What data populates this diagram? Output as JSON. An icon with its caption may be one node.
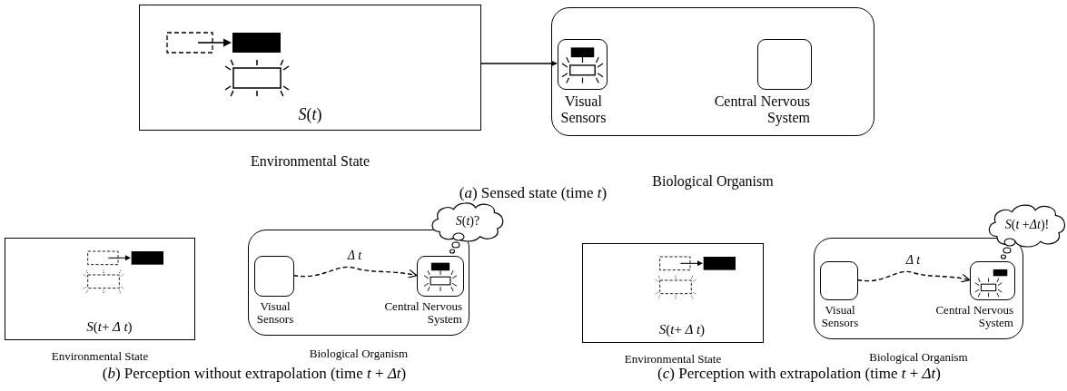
{
  "diagram": {
    "nodes": [
      {
        "text": [
          "*S*(*t*)",
          "Environmental State"
        ]
      },
      {
        "text": [
          "Biological Organism"
        ]
      },
      {
        "text": [
          "Visual Sensors"
        ],
        "in": 1
      },
      {
        "text": [
          "Central Nervous System"
        ],
        "in": 1
      },
      {
        "text": [
          "*S*(*t*+ *Δ t*)",
          "Environmental State"
        ]
      },
      {
        "text": [
          "Biological Organism"
        ]
      },
      {
        "text": [
          "Visual Sensors"
        ],
        "in": 5
      },
      {
        "text": [
          "Central Nervous System"
        ],
        "in": 5
      },
      {
        "text": [
          "*S*(*t*)?"
        ]
      },
      {
        "text": [
          "*S*(*t*+ *Δ t*)",
          "Environmental State"
        ]
      },
      {
        "text": [
          "Biological Organism"
        ]
      },
      {
        "text": [
          "Visual Sensors"
        ],
        "in": 10
      },
      {
        "text": [
          "Central Nervous System"
        ],
        "in": 10
      },
      {
        "text": [
          "*S*(*t* +*Δt*)!"
        ]
      }
    ],
    "edges": [
      {
        "from": 0,
        "to": 2,
        "arrow": "to"
      },
      {
        "from": 6,
        "to": 7,
        "arrow": "to",
        "label": "*Δ t*",
        "style": "dashed"
      },
      {
        "from": 11,
        "to": 12,
        "arrow": "to",
        "label": "*Δ t*",
        "style": "dashed"
      }
    ],
    "labels": [
      "(*a*) Sensed state (time *t*)",
      "(*b*) Perception without extrapolation (time *t* + *Δt*)",
      "(*c*) Perception with extrapolation (time *t* + *Δt*)"
    ]
  }
}
